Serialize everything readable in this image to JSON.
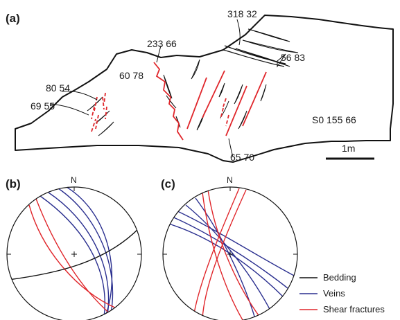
{
  "panel_a": {
    "panel_label": "(a)",
    "annotations": [
      "318 32",
      "233 66",
      "56 83",
      "60 78",
      "80 54",
      "69 55",
      "S0 155 66",
      "65 70"
    ],
    "scale_label": "1m"
  },
  "panel_b": {
    "panel_label": "(b)",
    "north_label": "N"
  },
  "panel_c": {
    "panel_label": "(c)",
    "north_label": "N"
  },
  "legend": {
    "items": [
      {
        "label": "Bedding",
        "color": "#111111"
      },
      {
        "label": "Veins",
        "color": "#2a2f8f"
      },
      {
        "label": "Shear fractures",
        "color": "#e0262b"
      }
    ]
  },
  "colors": {
    "bedding": "#111111",
    "veins": "#2a2f8f",
    "shear": "#e0262b"
  }
}
